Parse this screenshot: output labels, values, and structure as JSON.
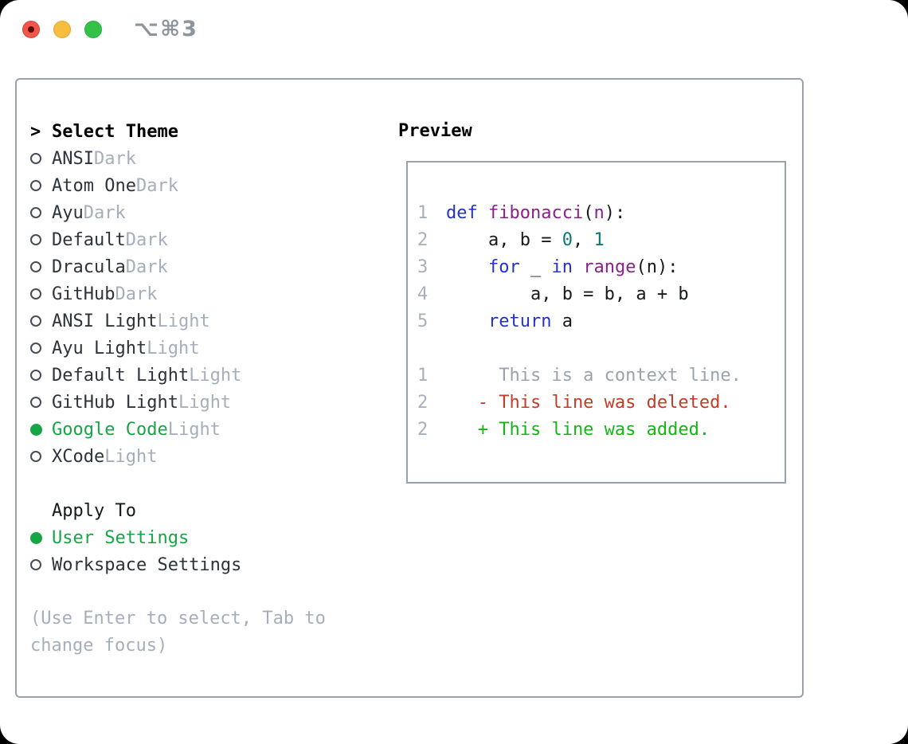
{
  "window": {
    "shortcut_title": "⌥⌘3"
  },
  "colors": {
    "selected_green": "#17a546",
    "keyword_blue": "#2233cc",
    "function_purple": "#8b1f8e",
    "literal_teal": "#0e7878",
    "deleted_red": "#c43b28",
    "added_green": "#12b712",
    "muted_gray": "#a5afbb",
    "border_gray": "#98a2ae",
    "traffic_red": "#f0564a",
    "traffic_yellow": "#f6bd41",
    "traffic_green": "#33c247"
  },
  "theme_picker": {
    "marker": ">",
    "title": "Select Theme",
    "items": [
      {
        "name": "ANSI",
        "variant": "Dark",
        "selected": false
      },
      {
        "name": "Atom One",
        "variant": "Dark",
        "selected": false
      },
      {
        "name": "Ayu",
        "variant": "Dark",
        "selected": false
      },
      {
        "name": "Default",
        "variant": "Dark",
        "selected": false
      },
      {
        "name": "Dracula",
        "variant": "Dark",
        "selected": false
      },
      {
        "name": "GitHub",
        "variant": "Dark",
        "selected": false
      },
      {
        "name": "ANSI Light",
        "variant": "Light",
        "selected": false
      },
      {
        "name": "Ayu Light",
        "variant": "Light",
        "selected": false
      },
      {
        "name": "Default Light",
        "variant": "Light",
        "selected": false
      },
      {
        "name": "GitHub Light",
        "variant": "Light",
        "selected": false
      },
      {
        "name": "Google Code",
        "variant": "Light",
        "selected": true
      },
      {
        "name": "XCode",
        "variant": "Light",
        "selected": false
      }
    ]
  },
  "apply_to": {
    "title": "Apply To",
    "options": [
      {
        "label": "User Settings",
        "selected": true
      },
      {
        "label": "Workspace Settings",
        "selected": false
      }
    ]
  },
  "hint": "(Use Enter to select, Tab to change focus)",
  "preview": {
    "title": "Preview",
    "lines": [
      {
        "num": "1",
        "tokens": [
          [
            "def",
            "kw"
          ],
          [
            " ",
            "plain"
          ],
          [
            "fibonacci",
            "fn"
          ],
          [
            "(",
            "plain"
          ],
          [
            "n",
            "fn"
          ],
          [
            "):",
            "plain"
          ]
        ]
      },
      {
        "num": "2",
        "tokens": [
          [
            "    a, b = ",
            "plain"
          ],
          [
            "0",
            "lit"
          ],
          [
            ", ",
            "plain"
          ],
          [
            "1",
            "lit"
          ]
        ]
      },
      {
        "num": "3",
        "tokens": [
          [
            "    ",
            "plain"
          ],
          [
            "for",
            "kw"
          ],
          [
            " _ ",
            "plain"
          ],
          [
            "in",
            "kw"
          ],
          [
            " ",
            "plain"
          ],
          [
            "range",
            "fn"
          ],
          [
            "(n):",
            "plain"
          ]
        ]
      },
      {
        "num": "4",
        "tokens": [
          [
            "        a, b = b, a + b",
            "plain"
          ]
        ]
      },
      {
        "num": "5",
        "tokens": [
          [
            "    ",
            "plain"
          ],
          [
            "return",
            "kw"
          ],
          [
            " a",
            "plain"
          ]
        ]
      },
      {
        "num": "",
        "tokens": []
      },
      {
        "num": "1",
        "tokens": [
          [
            "     This is a context line.",
            "ctx"
          ]
        ]
      },
      {
        "num": "2",
        "tokens": [
          [
            "   - This line was deleted.",
            "del"
          ]
        ]
      },
      {
        "num": "2",
        "tokens": [
          [
            "   + This line was added.",
            "add"
          ]
        ]
      }
    ]
  }
}
